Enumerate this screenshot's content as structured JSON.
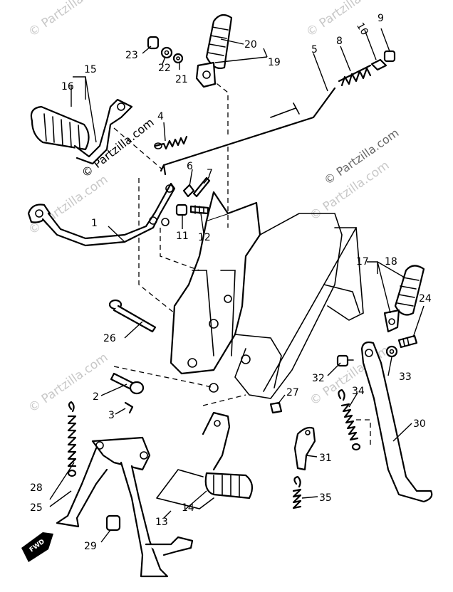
{
  "watermark": "© Partzilla.com",
  "forward_mark": "FWD",
  "callouts": [
    "1",
    "2",
    "3",
    "4",
    "5",
    "6",
    "7",
    "8",
    "9",
    "10",
    "11",
    "12",
    "13",
    "14",
    "15",
    "16",
    "17",
    "18",
    "19",
    "20",
    "21",
    "22",
    "23",
    "24",
    "25",
    "26",
    "27",
    "28",
    "29",
    "30",
    "31",
    "32",
    "33",
    "34",
    "35"
  ]
}
